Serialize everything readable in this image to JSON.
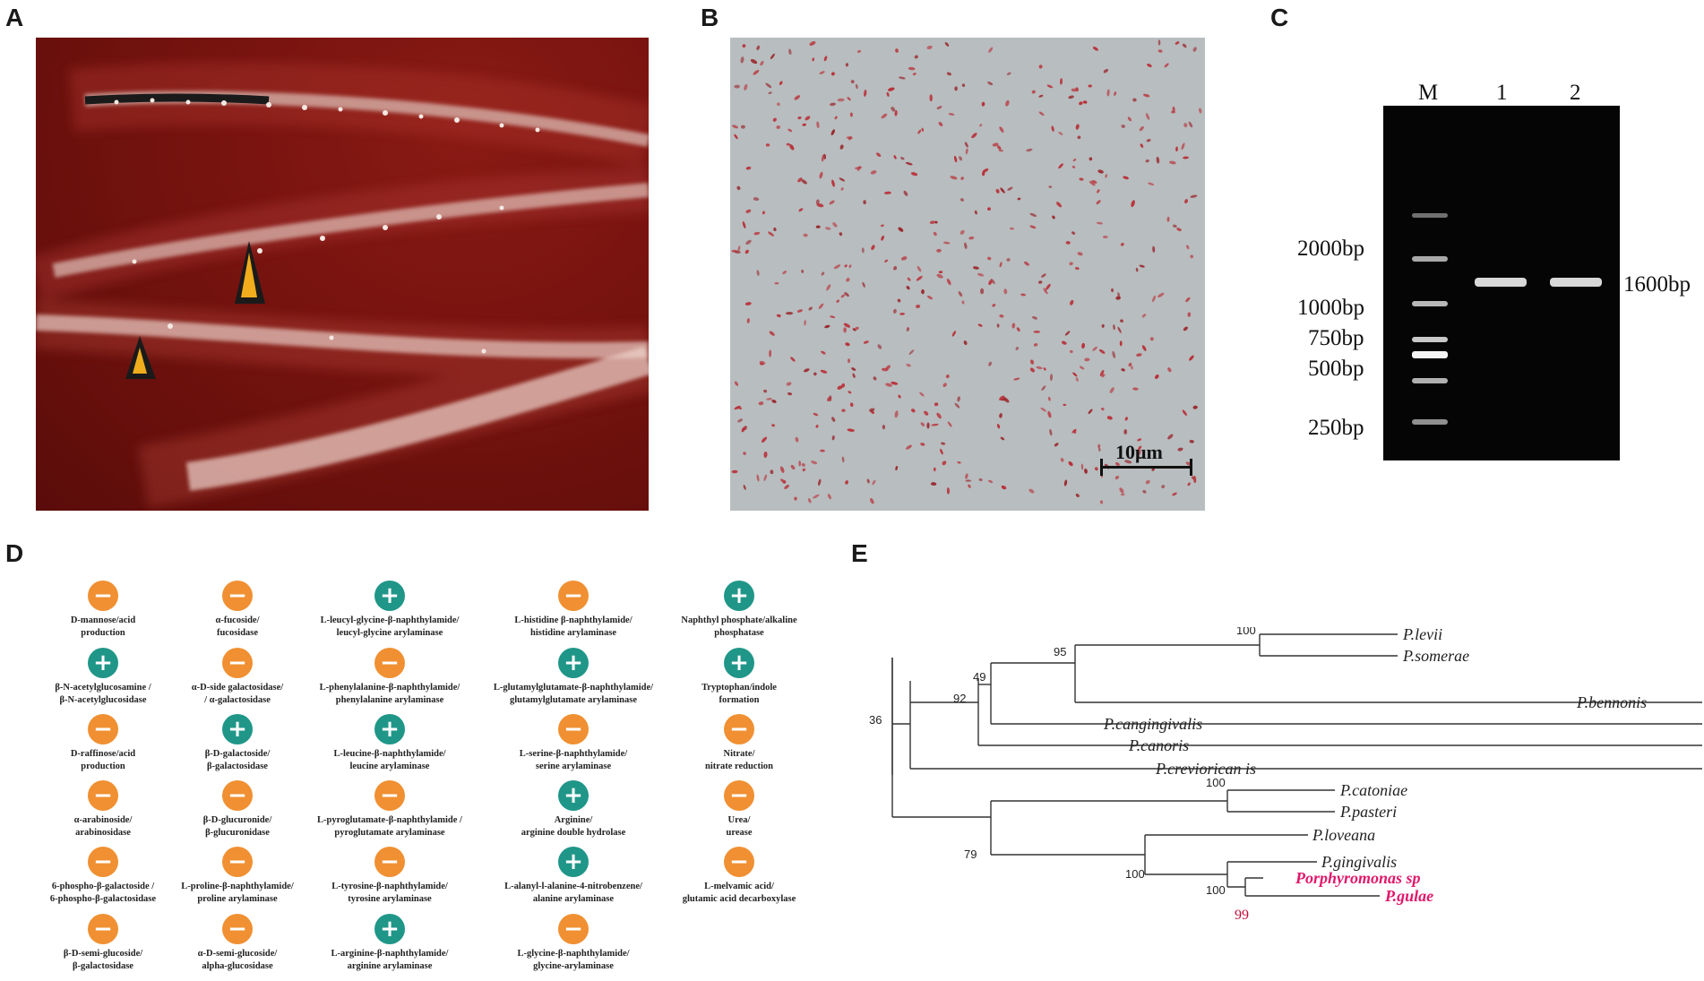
{
  "panels": {
    "a": {
      "letter": "A"
    },
    "b": {
      "letter": "B",
      "scale_bar": "10μm"
    },
    "c": {
      "letter": "C",
      "lanes": [
        "M",
        "1",
        "2"
      ],
      "ladder": [
        "2000bp",
        "1000bp",
        "750bp",
        "500bp",
        "250bp"
      ],
      "band_label": "1600bp"
    },
    "d": {
      "letter": "D",
      "items": [
        {
          "sign": "−",
          "result": "neg",
          "label": "D-mannose/acid\nproduction"
        },
        {
          "sign": "−",
          "result": "neg",
          "label": "α-fucoside/\nfucosidase"
        },
        {
          "sign": "+",
          "result": "pos",
          "label": "L-leucyl-glycine-β-naphthylamide/\nleucyl-glycine arylaminase"
        },
        {
          "sign": "−",
          "result": "neg",
          "label": "L-histidine β-naphthylamide/\nhistidine arylaminase"
        },
        {
          "sign": "+",
          "result": "pos",
          "label": "Naphthyl phosphate/alkaline\nphosphatase"
        },
        {
          "sign": "+",
          "result": "pos",
          "label": "β-N-acetylglucosamine /\nβ-N-acetylglucosidase"
        },
        {
          "sign": "−",
          "result": "neg",
          "label": "α-D-side galactosidase/\n/ α-galactosidase"
        },
        {
          "sign": "−",
          "result": "neg",
          "label": "L-phenylalanine-β-naphthylamide/\nphenylalanine arylaminase"
        },
        {
          "sign": "+",
          "result": "pos",
          "label": "L-glutamylglutamate-β-naphthylamide/\nglutamylglutamate arylaminase"
        },
        {
          "sign": "+",
          "result": "pos",
          "label": "Tryptophan/indole\nformation"
        },
        {
          "sign": "−",
          "result": "neg",
          "label": "D-raffinose/acid\nproduction"
        },
        {
          "sign": "+",
          "result": "pos",
          "label": "β-D-galactoside/\nβ-galactosidase"
        },
        {
          "sign": "+",
          "result": "pos",
          "label": "L-leucine-β-naphthylamide/\nleucine arylaminase"
        },
        {
          "sign": "−",
          "result": "neg",
          "label": "L-serine-β-naphthylamide/\nserine arylaminase"
        },
        {
          "sign": "−",
          "result": "neg",
          "label": "Nitrate/\nnitrate reduction"
        },
        {
          "sign": "−",
          "result": "neg",
          "label": "α-arabinoside/\narabinosidase"
        },
        {
          "sign": "−",
          "result": "neg",
          "label": "β-D-glucuronide/\nβ-glucuronidase"
        },
        {
          "sign": "−",
          "result": "neg",
          "label": "L-pyroglutamate-β-naphthylamide /\npyroglutamate arylaminase"
        },
        {
          "sign": "+",
          "result": "pos",
          "label": "Arginine/\narginine double hydrolase"
        },
        {
          "sign": "−",
          "result": "neg",
          "label": "Urea/\nurease"
        },
        {
          "sign": "−",
          "result": "neg",
          "label": "6-phospho-β-galactoside /\n6-phospho-β-galactosidase"
        },
        {
          "sign": "−",
          "result": "neg",
          "label": "L-proline-β-naphthylamide/\nproline arylaminase"
        },
        {
          "sign": "−",
          "result": "neg",
          "label": "L-tyrosine-β-naphthylamide/\ntyrosine arylaminase"
        },
        {
          "sign": "+",
          "result": "pos",
          "label": "L-alanyl-l-alanine-4-nitrobenzene/\nalanine arylaminase"
        },
        {
          "sign": "−",
          "result": "neg",
          "label": "L-melvamic acid/\nglutamic acid decarboxylase"
        },
        {
          "sign": "−",
          "result": "neg",
          "label": "β-D-semi-glucoside/\nβ-galactosidase"
        },
        {
          "sign": "−",
          "result": "neg",
          "label": "α-D-semi-glucoside/\nalpha-glucosidase"
        },
        {
          "sign": "+",
          "result": "pos",
          "label": "L-arginine-β-naphthylamide/\narginine arylaminase"
        },
        {
          "sign": "−",
          "result": "neg",
          "label": "L-glycine-β-naphthylamide/\nglycine-arylaminase"
        }
      ]
    },
    "e": {
      "letter": "E",
      "taxa": [
        "P.levii",
        "P.somerae",
        "P.bennonis",
        "P.cangingivalis",
        "P.canoris",
        "P.creviorican is",
        "P.catoniae",
        "P.pasteri",
        "P.loveana",
        "P.gingivalis",
        "Porphyromonas sp",
        "P.gulae"
      ],
      "bootstraps": [
        "100",
        "95",
        "49",
        "92",
        "36",
        "100",
        "79",
        "100",
        "100",
        "99"
      ]
    }
  },
  "colors": {
    "positive": "#1f9688",
    "negative": "#f09032",
    "highlight": "#e0186b"
  }
}
